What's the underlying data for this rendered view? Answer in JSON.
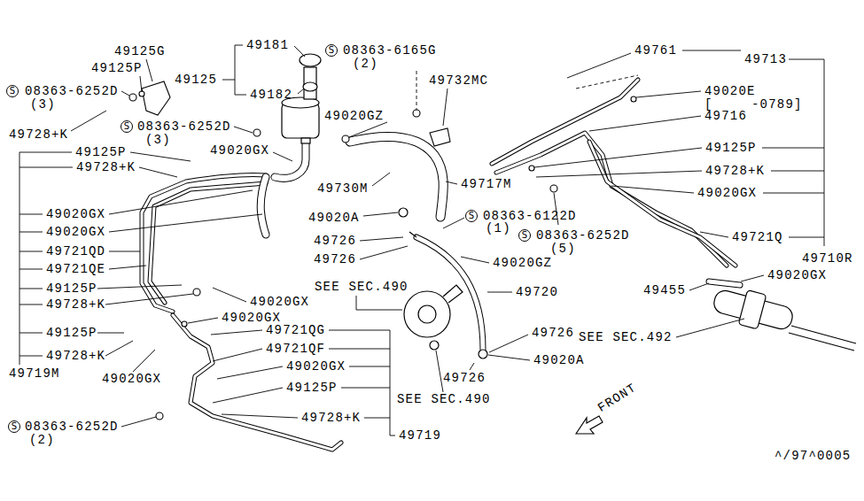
{
  "diagram": {
    "nodes": [
      {
        "text": [
          "S"
        ]
      },
      {
        "text": [
          "S"
        ]
      },
      {
        "text": [
          "S"
        ]
      },
      {
        "text": [
          "S"
        ]
      },
      {
        "text": [
          "S"
        ]
      },
      {
        "text": [
          "S"
        ]
      }
    ],
    "labels": [
      "49125G",
      "49125P",
      "08363-6252D",
      "(3)",
      "49125",
      "49181",
      "49182",
      "08363-6165G",
      "(2)",
      "49728+K",
      "08363-6252D",
      "(3)",
      "49020GZ",
      "49020GX",
      "49732MC",
      "49761",
      "49713",
      "49020E",
      "[",
      "-0789]",
      "49716",
      "49125P",
      "49728+K",
      "49125P",
      "49728+K",
      "49020GX",
      "49717M",
      "49730M",
      "49020A",
      "08363-6122D",
      "(1)",
      "49726",
      "49726",
      "49020GZ",
      "08363-6252D",
      "(5)",
      "49721Q",
      "49710R",
      "49020GX",
      "49455",
      "SEE SEC.490",
      "49720",
      "49020GX",
      "49020GX",
      "49721QD",
      "49721QE",
      "49125P",
      "49728+K",
      "49020GX",
      "49020GX",
      "49125P",
      "49728+K",
      "49721QG",
      "49719M",
      "SEE SEC.492",
      "49726",
      "49721QF",
      "49020GX",
      "49020A",
      "49726",
      "49020GX",
      "49125P",
      "SEE SEC.490",
      "FRONT",
      "49728+K",
      "49719",
      "08363-6252D",
      "(2)",
      "^/97^0005"
    ]
  }
}
